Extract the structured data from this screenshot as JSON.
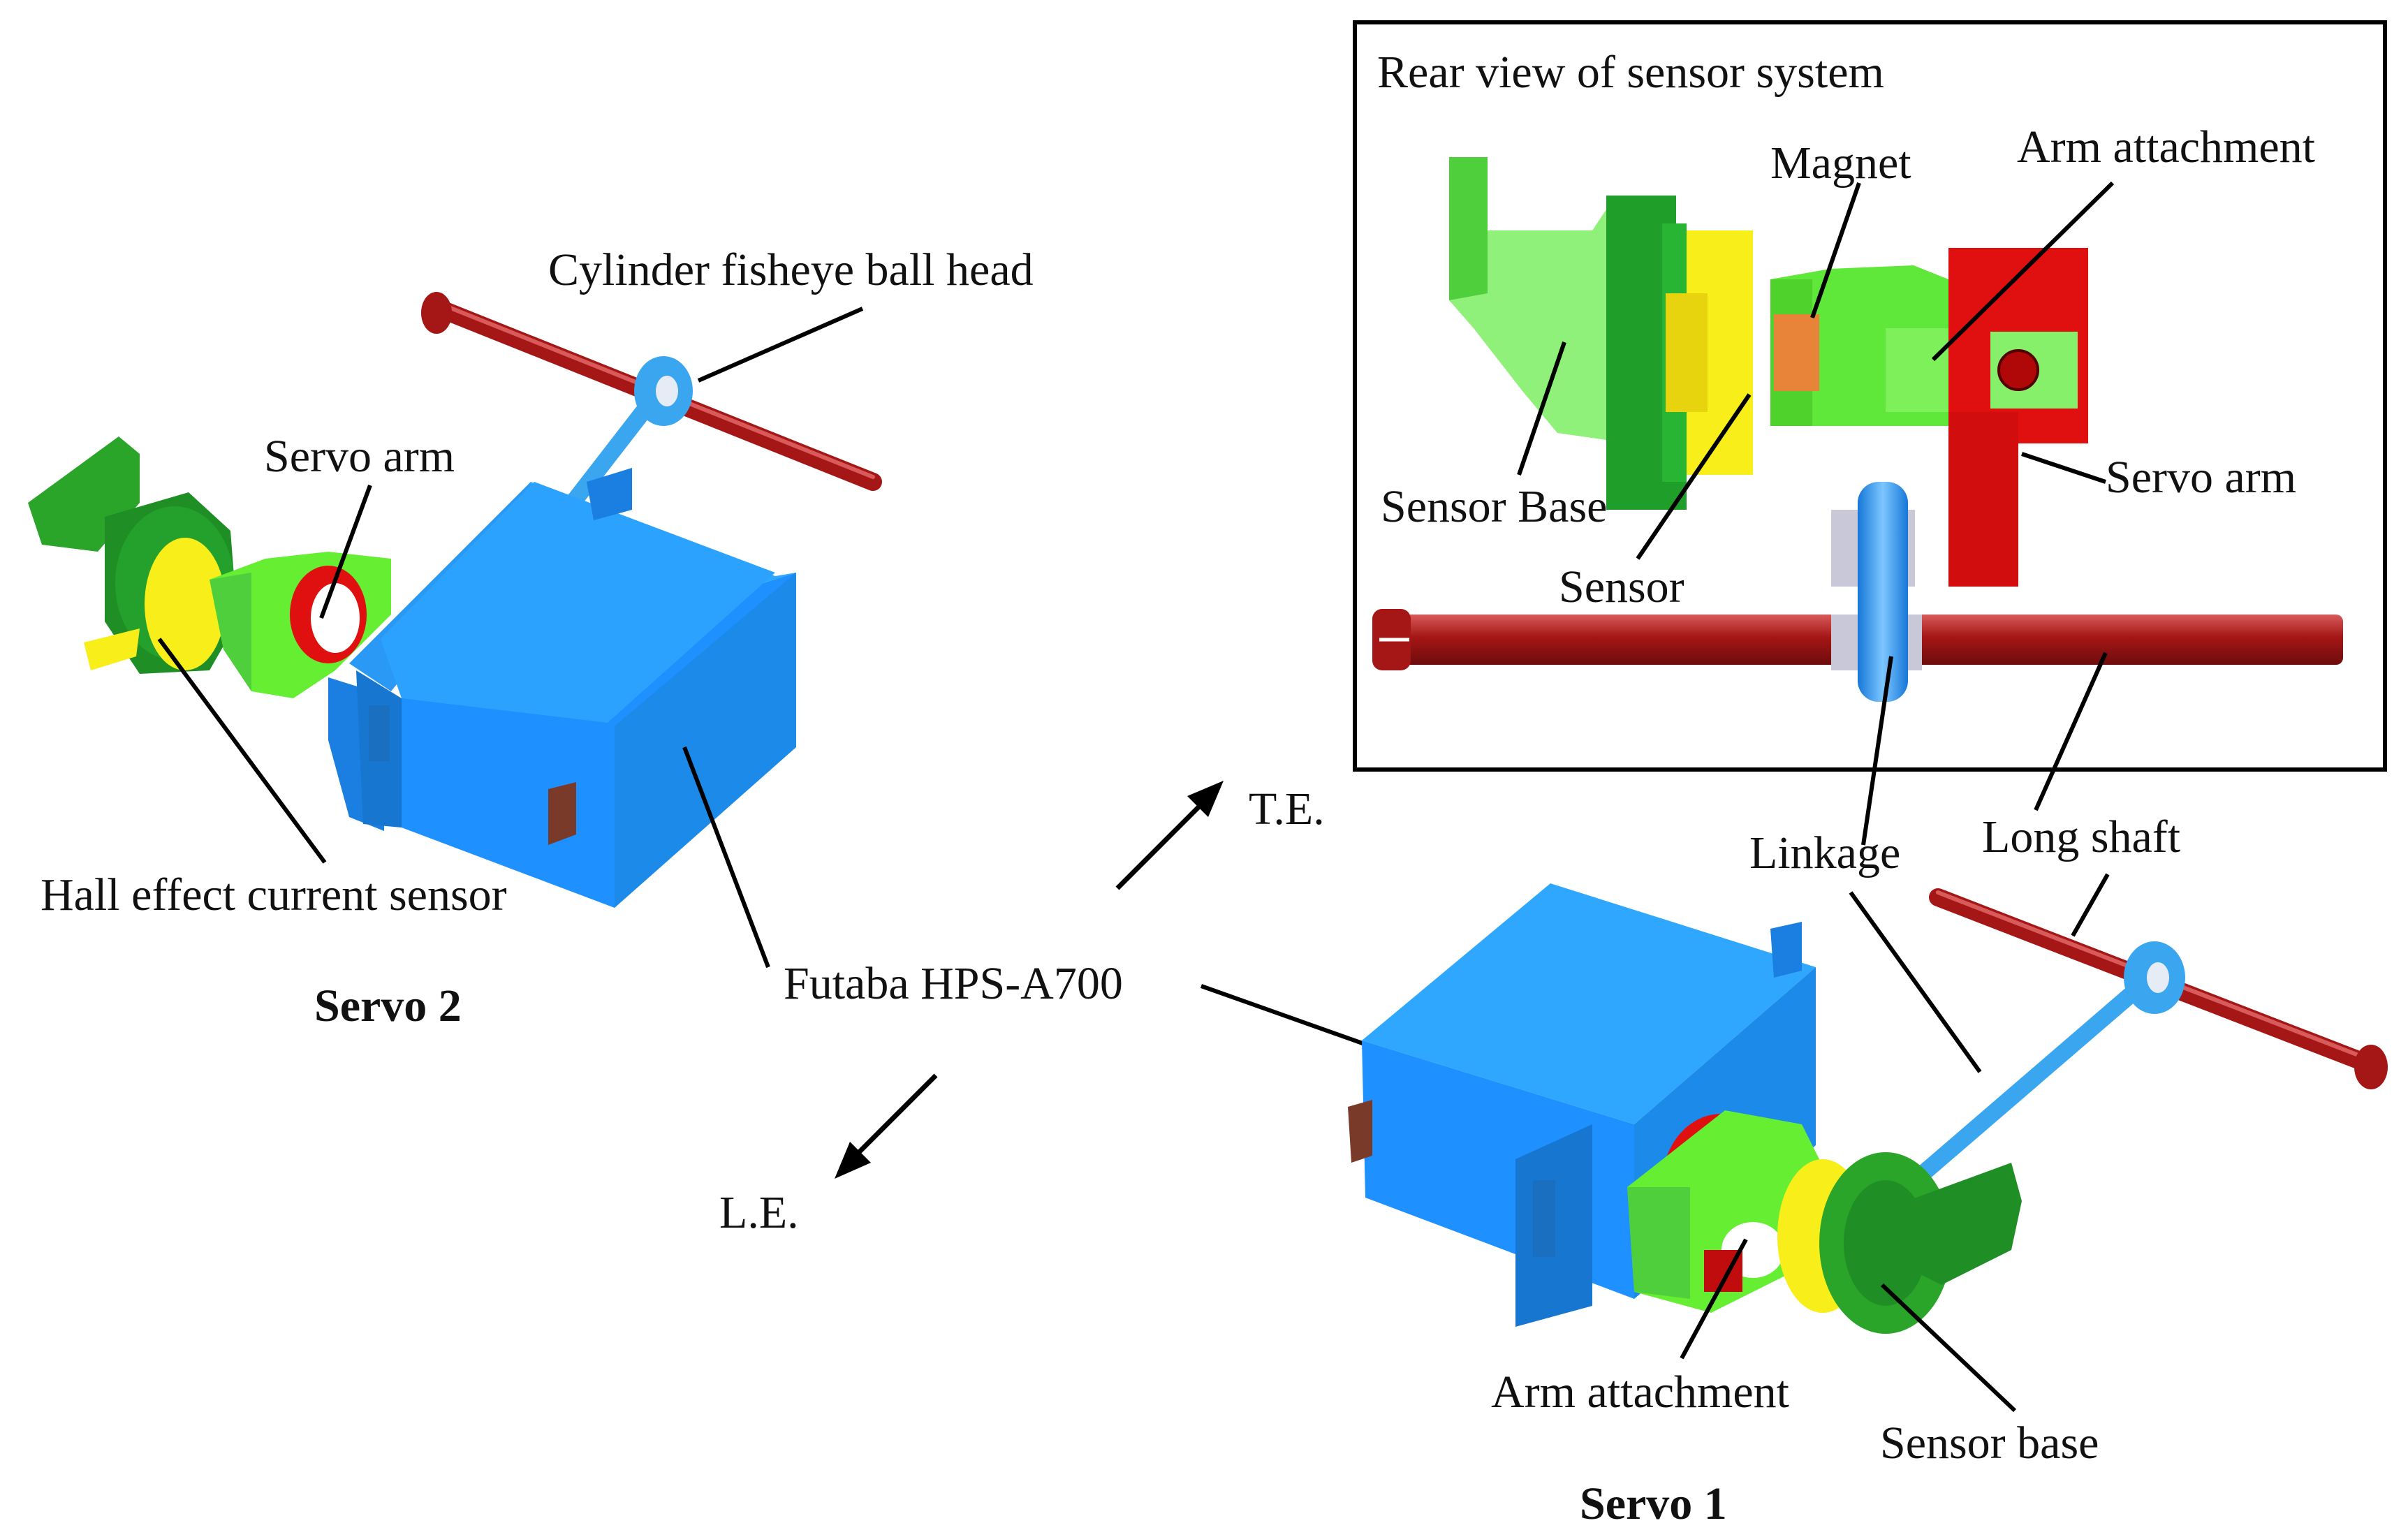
{
  "inset": {
    "title": "Rear view of sensor system",
    "labels": {
      "magnet": "Magnet",
      "arm_attachment": "Arm attachment",
      "sensor_base": "Sensor Base",
      "servo_arm": "Servo arm",
      "sensor": "Sensor"
    }
  },
  "servo2": {
    "title": "Servo 2",
    "labels": {
      "ball_head": "Cylinder fisheye ball head",
      "servo_arm": "Servo arm",
      "hall_sensor": "Hall effect current sensor"
    }
  },
  "center": {
    "servo_model": "Futaba HPS-A700",
    "te": "T.E.",
    "le": "L.E."
  },
  "servo1": {
    "title": "Servo 1",
    "labels": {
      "linkage": "Linkage",
      "long_shaft": "Long shaft",
      "arm_attachment": "Arm attachment",
      "sensor_base": "Sensor base"
    }
  },
  "colors": {
    "servo_blue": "#1e90ff",
    "shaft_red": "#b01a1a",
    "arm_red": "#e01010",
    "green_light": "#66ee33",
    "green_dark": "#2aa52a",
    "sensor_yellow": "#f7ee1a",
    "magnet_orange": "#e8833a",
    "linkage_blue": "#3aa6f0"
  }
}
